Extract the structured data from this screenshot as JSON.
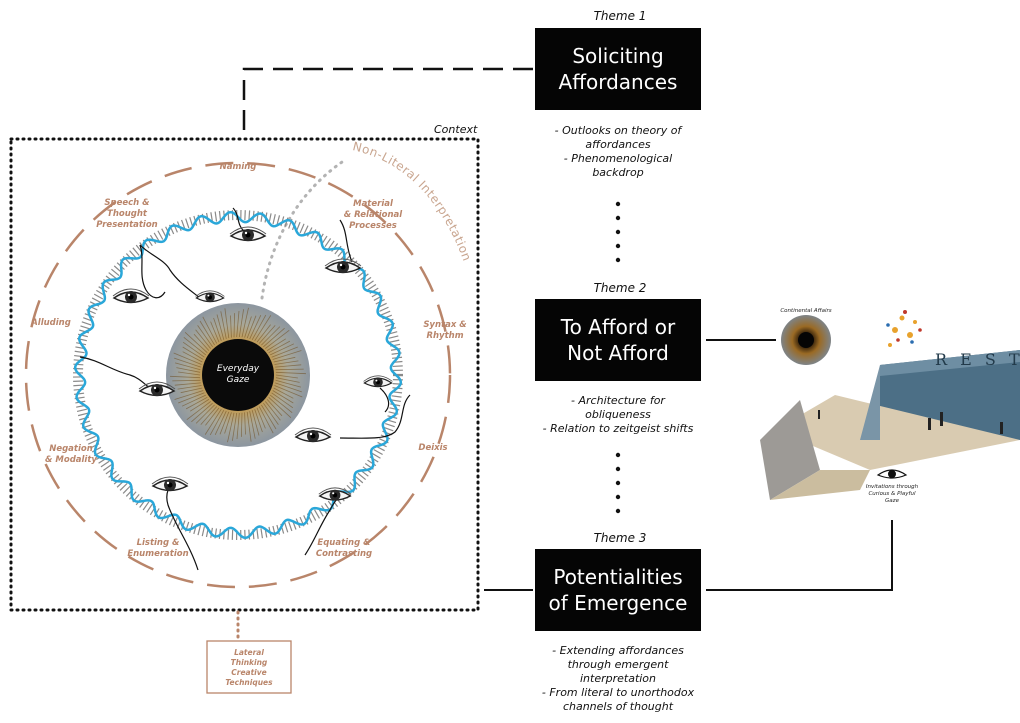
{
  "themes": [
    {
      "label": "Theme 1",
      "title": [
        "Soliciting",
        "Affordances"
      ],
      "bullets": [
        "- Outlooks on theory of",
        "affordances",
        "- Phenomenological",
        "backdrop"
      ]
    },
    {
      "label": "Theme 2",
      "title": [
        "To Afford or",
        "Not Afford"
      ],
      "bullets": [
        "- Architecture for",
        "obliqueness",
        "- Relation to zeitgeist shifts"
      ]
    },
    {
      "label": "Theme 3",
      "title": [
        "Potentialities",
        "of Emergence"
      ],
      "bullets": [
        "- Extending affordances",
        "through emergent",
        "interpretation",
        "- From literal to unorthodox",
        "channels of thought"
      ]
    }
  ],
  "context_label": "Context",
  "center_label": [
    "Everyday",
    "Gaze"
  ],
  "arc_label": "Non-Literal Interpretations",
  "ring_labels": {
    "naming": [
      "Naming"
    ],
    "speech": [
      "Speech &",
      "Thought",
      "Presentation"
    ],
    "material": [
      "Material",
      "& Relational",
      "Processes"
    ],
    "alluding": [
      "Alluding"
    ],
    "syntax": [
      "Syntax &",
      "Rhythm"
    ],
    "negation": [
      "Negation",
      "& Modality"
    ],
    "deixis": [
      "Deixis"
    ],
    "listing": [
      "Listing &",
      "Enumeration"
    ],
    "equating": [
      "Equating &",
      "Contrasting"
    ]
  },
  "lateral": [
    "Lateral",
    "Thinking",
    "Creative",
    "Techniques"
  ],
  "photo_captions": {
    "eye_small": "Continental Affairs",
    "invitations": [
      "Invitations through",
      "Curious & Playful",
      "Gaze"
    ]
  },
  "colors": {
    "accent": "#b9856a",
    "wave": "#2aa7d9",
    "box": "#050505"
  }
}
